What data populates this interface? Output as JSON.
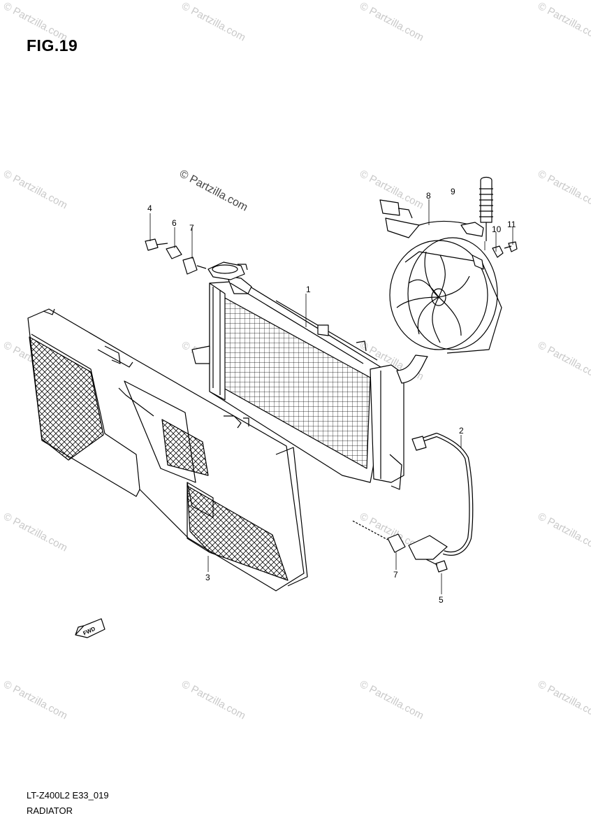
{
  "figure": {
    "title": "FIG.19",
    "model_code": "LT-Z400L2 E33_019",
    "name": "RADIATOR"
  },
  "watermark_text": "© Partzilla.com",
  "fwd_label": "FWD",
  "callouts": [
    "1",
    "2",
    "3",
    "4",
    "5",
    "6",
    "7",
    "7",
    "8",
    "9",
    "10",
    "11"
  ]
}
